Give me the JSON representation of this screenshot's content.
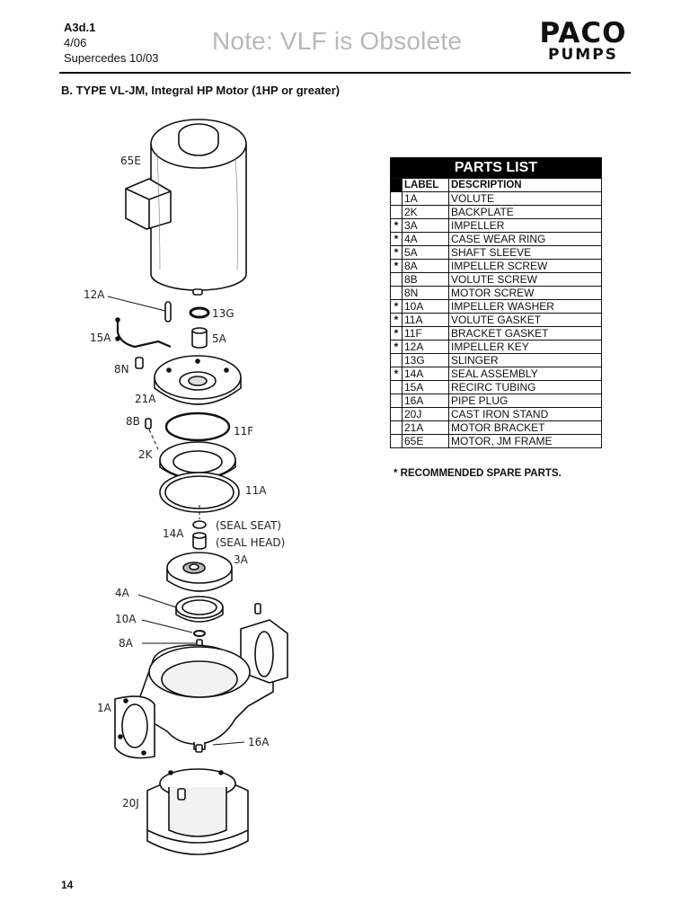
{
  "header": {
    "doc_id": "A3d.1",
    "date": "4/06",
    "supersedes": "Supercedes 10/03",
    "note": "Note: VLF is Obsolete"
  },
  "logo": {
    "top": "PACO",
    "bottom": "PUMPS"
  },
  "section_title": "B.  TYPE VL-JM, Integral HP Motor (1HP or greater)",
  "parts_list": {
    "title": "PARTS LIST",
    "col_label": "LABEL",
    "col_description": "DESCRIPTION",
    "rows": [
      {
        "star": "",
        "label": "1A",
        "description": "VOLUTE"
      },
      {
        "star": "",
        "label": "2K",
        "description": "BACKPLATE"
      },
      {
        "star": "*",
        "label": "3A",
        "description": "IMPELLER"
      },
      {
        "star": "*",
        "label": "4A",
        "description": "CASE WEAR RING"
      },
      {
        "star": "*",
        "label": "5A",
        "description": "SHAFT SLEEVE"
      },
      {
        "star": "*",
        "label": "8A",
        "description": "IMPELLER SCREW"
      },
      {
        "star": "",
        "label": "8B",
        "description": "VOLUTE SCREW"
      },
      {
        "star": "",
        "label": "8N",
        "description": "MOTOR SCREW"
      },
      {
        "star": "*",
        "label": "10A",
        "description": "IMPELLER WASHER"
      },
      {
        "star": "*",
        "label": "11A",
        "description": "VOLUTE GASKET"
      },
      {
        "star": "*",
        "label": "11F",
        "description": "BRACKET GASKET"
      },
      {
        "star": "*",
        "label": "12A",
        "description": "IMPELLER KEY"
      },
      {
        "star": "",
        "label": "13G",
        "description": "SLINGER"
      },
      {
        "star": "*",
        "label": "14A",
        "description": "SEAL ASSEMBLY"
      },
      {
        "star": "",
        "label": "15A",
        "description": "RECIRC TUBING"
      },
      {
        "star": "",
        "label": "16A",
        "description": "PIPE PLUG"
      },
      {
        "star": "",
        "label": "20J",
        "description": "CAST IRON STAND"
      },
      {
        "star": "",
        "label": "21A",
        "description": "MOTOR BRACKET"
      },
      {
        "star": "",
        "label": "65E",
        "description": "MOTOR, JM FRAME"
      }
    ],
    "footnote": "* RECOMMENDED SPARE PARTS."
  },
  "diagram": {
    "callouts": {
      "c65E": "65E",
      "c12A": "12A",
      "c13G": "13G",
      "c15A": "15A",
      "c5A": "5A",
      "c8N": "8N",
      "c21A": "21A",
      "c8B": "8B",
      "c11F": "11F",
      "c2K": "2K",
      "c11A": "11A",
      "c14A": "14A",
      "seal_seat": "(SEAL SEAT)",
      "seal_head": "(SEAL HEAD)",
      "c3A": "3A",
      "c4A": "4A",
      "c10A": "10A",
      "c8A": "8A",
      "c1A": "1A",
      "c16A": "16A",
      "c20J": "20J"
    }
  },
  "page_number": "14"
}
